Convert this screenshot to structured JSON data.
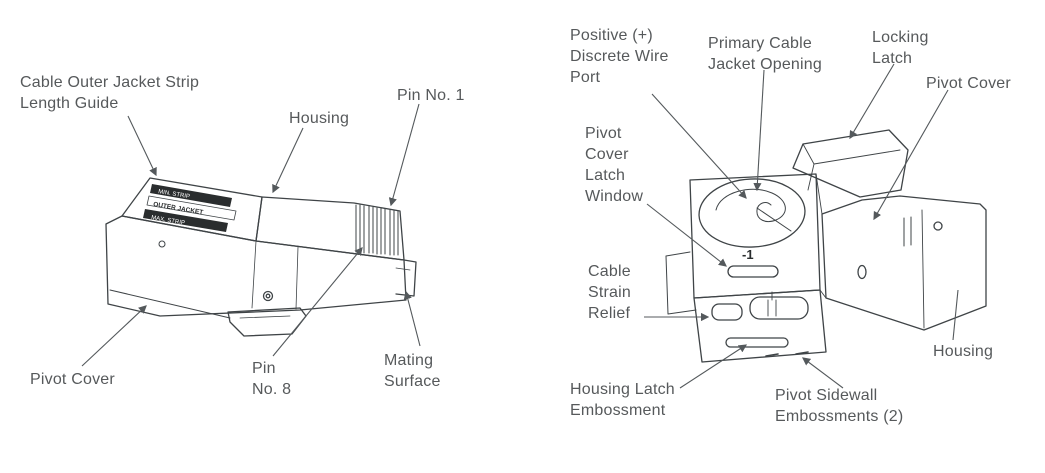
{
  "figure": {
    "left_view": {
      "labels": {
        "strip_guide": "Cable Outer Jacket Strip\nLength Guide",
        "housing": "Housing",
        "pin1": "Pin No. 1",
        "pivot_cover": "Pivot Cover",
        "pin8": "Pin\nNo. 8",
        "mating_surface": "Mating\nSurface"
      },
      "markings": {
        "min_strip": "MIN. STRIP",
        "outer_jacket": "OUTER JACKET",
        "max_strip": "MAX. STRIP"
      }
    },
    "right_view": {
      "labels": {
        "positive_port": "Positive (+)\nDiscrete Wire\nPort",
        "jacket_opening": "Primary Cable\nJacket Opening",
        "locking_latch": "Locking\nLatch",
        "pivot_cover": "Pivot Cover",
        "latch_window": "Pivot\nCover\nLatch\nWindow",
        "strain_relief": "Cable\nStrain\nRelief",
        "housing_latch": "Housing Latch\nEmbossment",
        "sidewall_embossments": "Pivot Sidewall\nEmbossments (2)",
        "housing": "Housing"
      },
      "markings": {
        "wire_id": "-1"
      }
    },
    "colors": {
      "drawing_line": "#3f4447",
      "label_text": "#56595b",
      "leader_line": "#54595c"
    }
  }
}
